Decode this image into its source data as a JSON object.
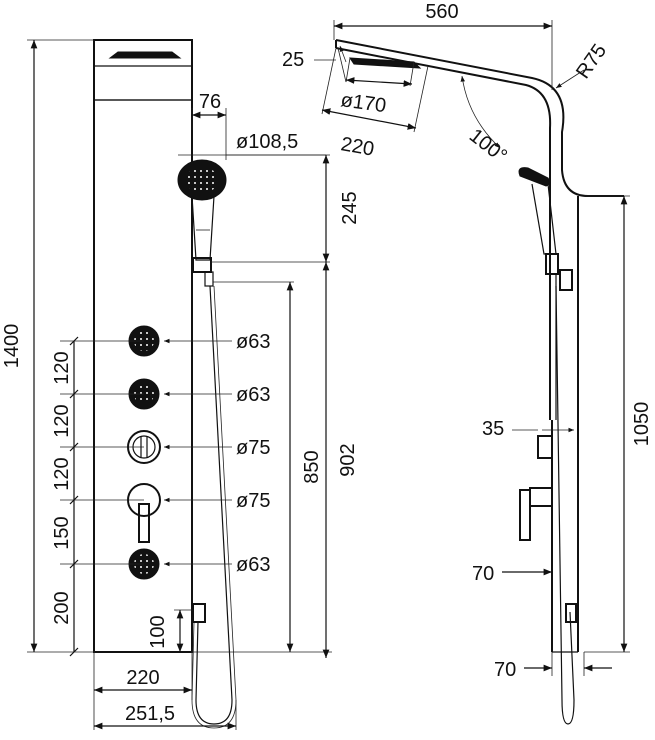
{
  "front_view": {
    "height_total": "1400",
    "spacing_1": "120",
    "spacing_2": "120",
    "spacing_3": "120",
    "spacing_4": "150",
    "spacing_5": "200",
    "bottom_inlet": "100",
    "width_panel": "220",
    "width_total": "251,5",
    "head_offset": "76",
    "head_diameter": "ø108,5",
    "holder_height": "245",
    "holder_to_bottom_inner": "850",
    "holder_to_bottom_outer": "902",
    "jet_1": "ø63",
    "jet_2": "ø63",
    "diverter": "ø75",
    "mixer": "ø75",
    "jet_3": "ø63"
  },
  "side_view": {
    "arm_length": "560",
    "arm_radius": "R75",
    "rain_offset": "25",
    "rain_diameter": "ø170",
    "rain_length": "220",
    "arm_angle": "100°",
    "panel_height": "1050",
    "knob_depth": "35",
    "mixer_depth": "70",
    "base_depth": "70"
  }
}
